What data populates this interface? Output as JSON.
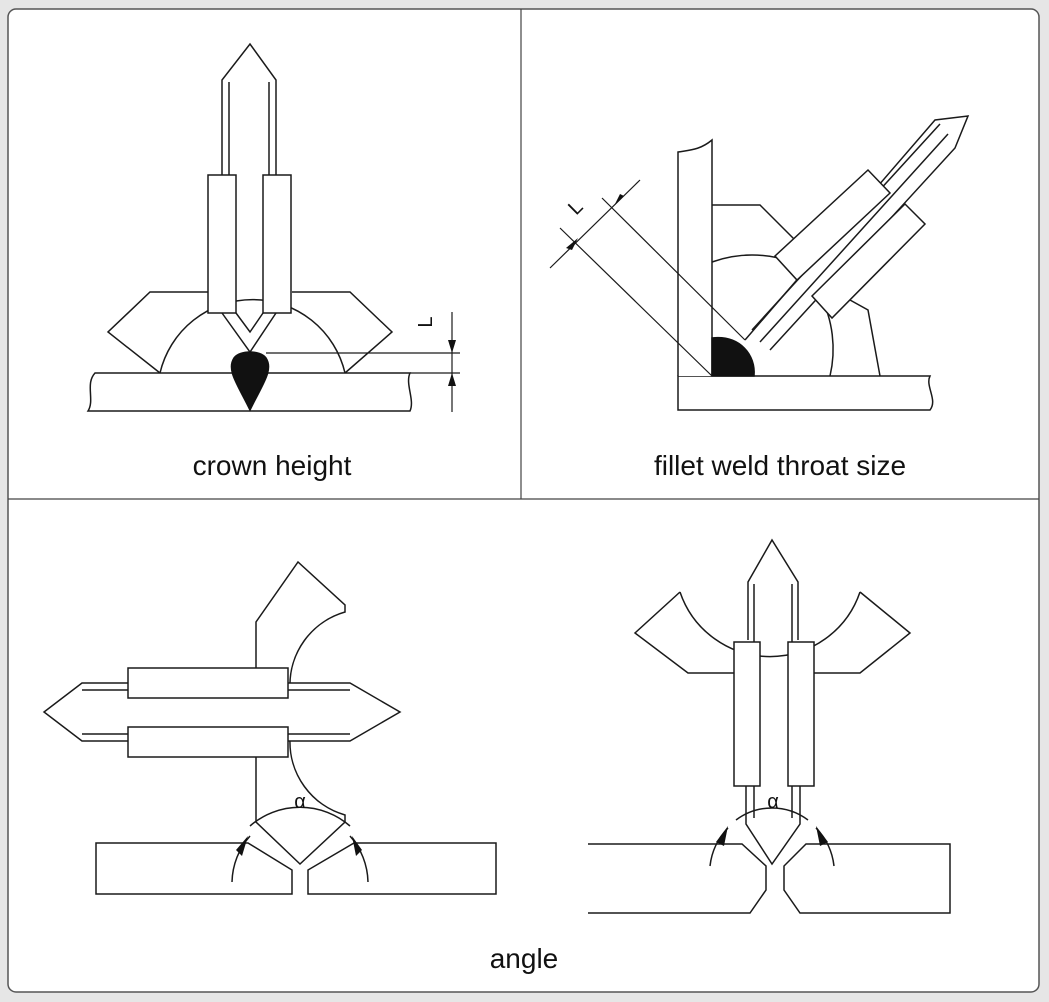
{
  "captions": {
    "crown": "crown height",
    "fillet": "fillet weld throat size",
    "angle": "angle"
  },
  "symbols": {
    "length": "L",
    "alpha": "α"
  },
  "colors": {
    "background": "#e6e6e6",
    "panel": "#ffffff",
    "stroke": "#1a1a1a"
  }
}
